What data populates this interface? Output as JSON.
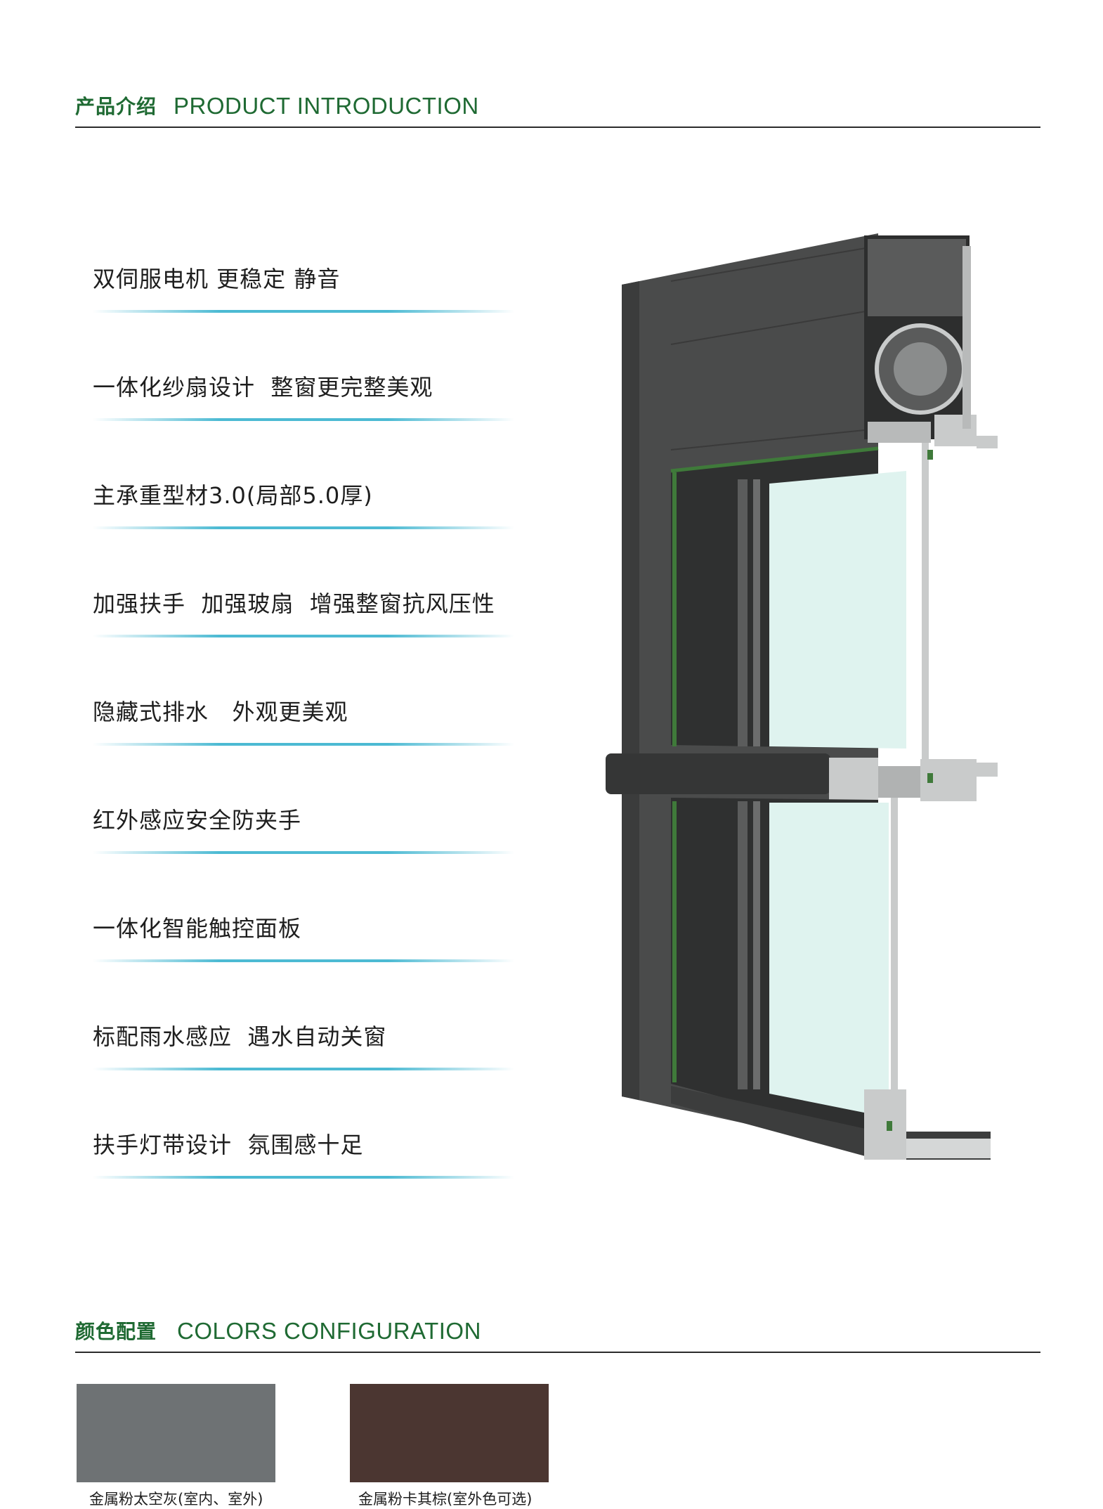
{
  "intro": {
    "title_cn": "产品介绍",
    "title_en": "PRODUCT INTRODUCTION"
  },
  "features": [
    "双伺服电机 更稳定 静音",
    "一体化纱扇设计  整窗更完整美观",
    "主承重型材3.0(局部5.0厚)",
    "加强扶手  加强玻扇  增强整窗抗风压性",
    "隐藏式排水   外观更美观",
    "红外感应安全防夹手",
    "一体化智能触控面板",
    "标配雨水感应  遇水自动关窗",
    "扶手灯带设计  氛围感十足"
  ],
  "colors": {
    "title_cn": "颜色配置",
    "title_en": "COLORS CONFIGURATION",
    "swatches": [
      {
        "label": "金属粉太空灰(室内、室外)",
        "color": "#6e7274"
      },
      {
        "label": "金属粉卡其棕(室外色可选)",
        "color": "#4b3631"
      }
    ]
  },
  "theme": {
    "heading_green": "#1f6a33",
    "divider_blue": "#4cbad3",
    "frame_dark": "#4a4b4b",
    "glass": "#dff3ef",
    "seal_green": "#3f7a3a"
  }
}
